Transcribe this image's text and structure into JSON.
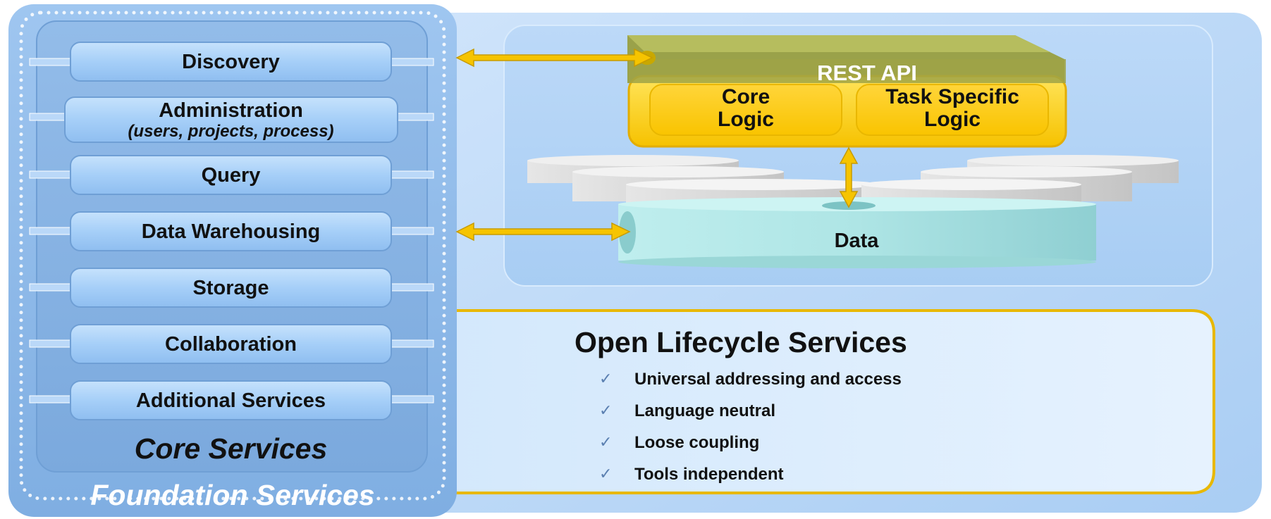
{
  "core_services": {
    "items": [
      {
        "label": "Discovery"
      },
      {
        "label": "Administration",
        "sub": "(users, projects, process)"
      },
      {
        "label": "Query"
      },
      {
        "label": "Data Warehousing"
      },
      {
        "label": "Storage"
      },
      {
        "label": "Collaboration"
      },
      {
        "label": "Additional Services"
      }
    ],
    "title": "Core Services"
  },
  "foundation_title": "Foundation Services",
  "rest_api": {
    "title": "REST API",
    "core_logic": "Core\nLogic",
    "task_logic": "Task Specific\nLogic"
  },
  "data_label": "Data",
  "open_lifecycle": {
    "title": "Open Lifecycle Services",
    "check_icon": "checkmark-icon",
    "bullets": [
      "Universal addressing and access",
      "Language neutral",
      "Loose coupling",
      "Tools independent"
    ]
  },
  "colors": {
    "core_panel": "#8bb7e8",
    "service_pill": "#a9d0f8",
    "api_yellow": "#ffd21a",
    "data_teal": "#a9e3e3",
    "border_gold": "#e8b800"
  }
}
